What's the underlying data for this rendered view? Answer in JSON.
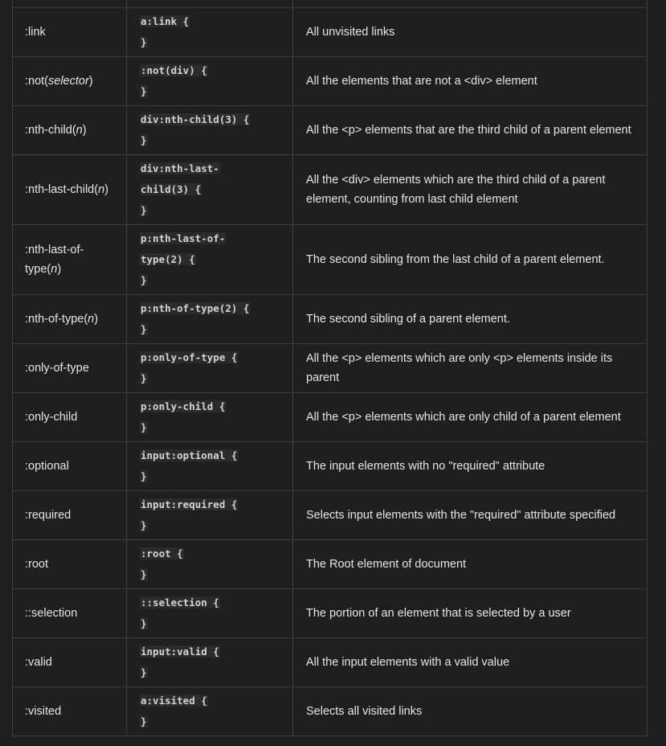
{
  "rows": [
    {
      "selector": ":link",
      "example_lines": [
        "a:link {",
        "}"
      ],
      "description": "All unvisited links",
      "height": 61
    },
    {
      "selector": ":not(",
      "selector_arg": "selector",
      "selector_suffix": ")",
      "example_lines": [
        ":not(div) {",
        "}"
      ],
      "description": "All the elements that are not a <div> element",
      "height": 61
    },
    {
      "selector": ":nth-child(",
      "selector_arg": "n",
      "selector_suffix": ")",
      "example_lines": [
        "div:nth-child(3) {",
        "}"
      ],
      "description": "All the <p> elements that are the third child of a parent element",
      "height": 61
    },
    {
      "selector": ":nth-last-child(",
      "selector_arg": "n",
      "selector_suffix": ")",
      "example_lines": [
        "div:nth-last-",
        "child(3) {",
        "}"
      ],
      "description": "All the <div> elements which are the third child of a parent element, counting from last child element",
      "height": 87
    },
    {
      "selector": ":nth-last-of-type(",
      "selector_arg": "n",
      "selector_suffix": ")",
      "example_lines": [
        "p:nth-last-of-",
        "type(2) {",
        "}"
      ],
      "description": "The second sibling from the last child of a parent element.",
      "height": 87
    },
    {
      "selector": ":nth-of-type(",
      "selector_arg": "n",
      "selector_suffix": ")",
      "example_lines": [
        "p:nth-of-type(2) {",
        "}"
      ],
      "description": "The second sibling of a parent element.",
      "height": 61
    },
    {
      "selector": ":only-of-type",
      "example_lines": [
        "p:only-of-type {",
        "}"
      ],
      "description": "All the <p> elements which are only <p> elements inside its parent",
      "height": 61
    },
    {
      "selector": ":only-child",
      "example_lines": [
        "p:only-child {",
        "}"
      ],
      "description": "All the <p> elements which are only child of a parent element",
      "height": 61
    },
    {
      "selector": ":optional",
      "example_lines": [
        "input:optional {",
        "}"
      ],
      "description": "The input elements with no \"required\" attribute",
      "height": 61
    },
    {
      "selector": ":required",
      "example_lines": [
        "input:required {",
        "}"
      ],
      "description": "Selects input elements with the \"required\" attribute specified",
      "height": 61
    },
    {
      "selector": ":root",
      "example_lines": [
        ":root {",
        "}"
      ],
      "description": "The Root element of document",
      "height": 61
    },
    {
      "selector": "::selection",
      "example_lines": [
        "::selection {",
        "}"
      ],
      "description": "The portion of an element that is selected by a user",
      "height": 61
    },
    {
      "selector": ":valid",
      "example_lines": [
        "input:valid {",
        "}"
      ],
      "description": "All the input elements with a valid value",
      "height": 61
    },
    {
      "selector": ":visited",
      "example_lines": [
        "a:visited {",
        "}"
      ],
      "description": "Selects all visited links",
      "height": 61
    }
  ],
  "colors": {
    "background": "#1f1f1f",
    "border": "#3d3d3d",
    "text": "#e6e6e6",
    "code_bg": "#2b2b2b"
  }
}
